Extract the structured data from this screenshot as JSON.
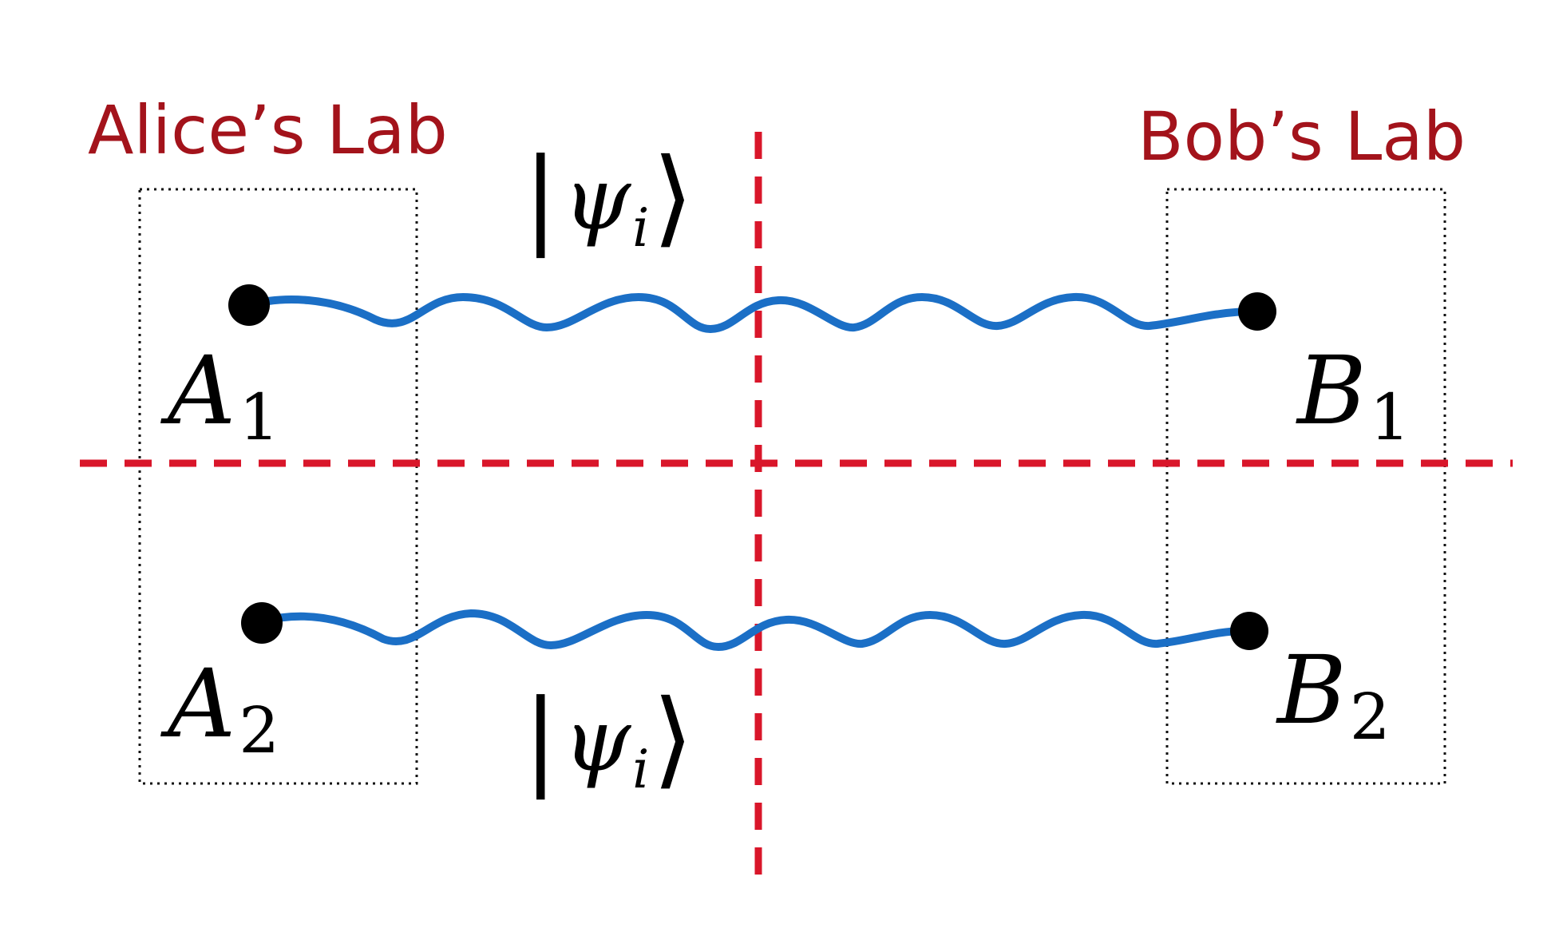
{
  "labs": {
    "alice": {
      "title": "Alice’s Lab"
    },
    "bob": {
      "title": "Bob’s Lab"
    }
  },
  "nodes": {
    "a1": {
      "letter": "A",
      "sub": "1"
    },
    "a2": {
      "letter": "A",
      "sub": "2"
    },
    "b1": {
      "letter": "B",
      "sub": "1"
    },
    "b2": {
      "letter": "B",
      "sub": "2"
    }
  },
  "states": {
    "top": {
      "bar": "|",
      "psi": "ψ",
      "sub": "i",
      "angle": "⟩"
    },
    "bottom": {
      "bar": "|",
      "psi": "ψ",
      "sub": "i",
      "angle": "⟩"
    }
  },
  "colors": {
    "lab_title": "#a3131b",
    "cut_lines": "#d9162a",
    "entanglement": "#1b6fc6",
    "nodes": "#000000"
  }
}
